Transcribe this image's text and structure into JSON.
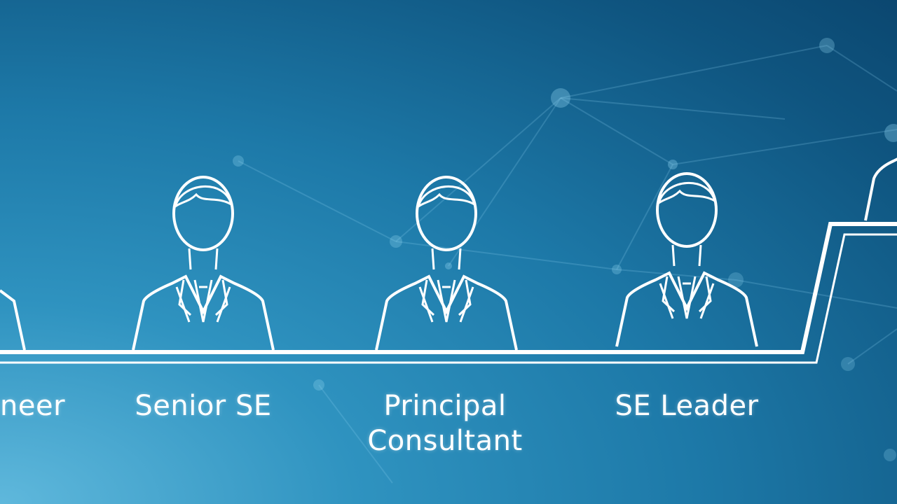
{
  "colors": {
    "background_deep": "#0b4770",
    "background_light": "#5fb8dc",
    "line": "#ffffff",
    "network": "#8fd3f0"
  },
  "diagram": {
    "roles": [
      {
        "label": "neer",
        "icon": "person-icon"
      },
      {
        "label": "Senior SE",
        "icon": "person-icon"
      },
      {
        "label": "Principal\nConsultant",
        "icon": "person-icon"
      },
      {
        "label": "SE Leader",
        "icon": "person-icon"
      }
    ]
  }
}
